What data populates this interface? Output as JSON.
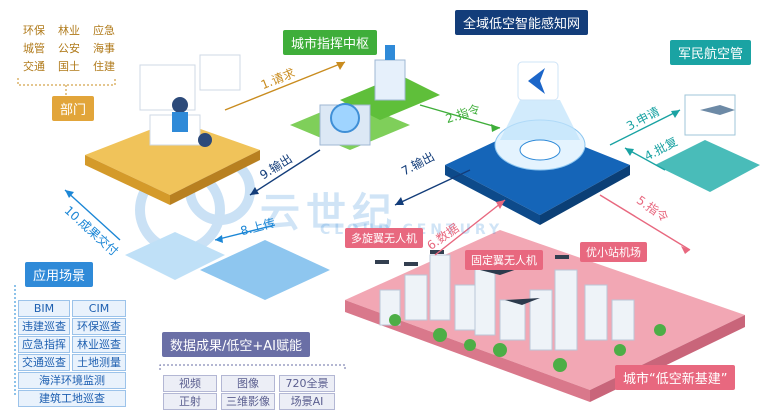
{
  "colors": {
    "green": "#3fae3a",
    "navy": "#133d7a",
    "blue": "#1c87d6",
    "teal": "#1aa3a3",
    "pink": "#e8687f",
    "gold": "#c98c1f",
    "purple": "#6a6fa6",
    "lightblue": "#2f8ad8"
  },
  "dept_grid": [
    [
      "环保",
      "林业",
      "应急"
    ],
    [
      "城管",
      "公安",
      "海事"
    ],
    [
      "交通",
      "国土",
      "住建"
    ]
  ],
  "labels": {
    "dept": "部门",
    "command_center": "城市指挥中枢",
    "perception_network": "全域低空智能感知网",
    "airspace_control": "军民航空管",
    "app_scenes": "应用场景",
    "data_results": "数据成果/低空+AI赋能",
    "city_infra": "城市“低空新基建”",
    "multirotor": "多旋翼无人机",
    "fixed_wing": "固定翼无人机",
    "mini_station": "优小站机场",
    "watermark": "云世纪",
    "watermark_en": "CLOUD CENTURY"
  },
  "steps": {
    "s1": "1.请求",
    "s2": "2.指令",
    "s3": "3.申请",
    "s4": "4.批复",
    "s5": "5.指令",
    "s6": "6.数据",
    "s7": "7.输出",
    "s8": "8.上传",
    "s9": "9.输出",
    "s10": "10.成果交付"
  },
  "app_scene_grid": [
    [
      "BIM",
      "CIM"
    ],
    [
      "违建巡查",
      "环保巡查"
    ],
    [
      "应急指挥",
      "林业巡查"
    ],
    [
      "交通巡查",
      "土地测量"
    ]
  ],
  "app_scene_wide": [
    "海洋环境监测",
    "建筑工地巡查"
  ],
  "data_grid": [
    [
      "视频",
      "图像",
      "720全景"
    ],
    [
      "正射",
      "三维影像",
      "场景AI"
    ]
  ]
}
